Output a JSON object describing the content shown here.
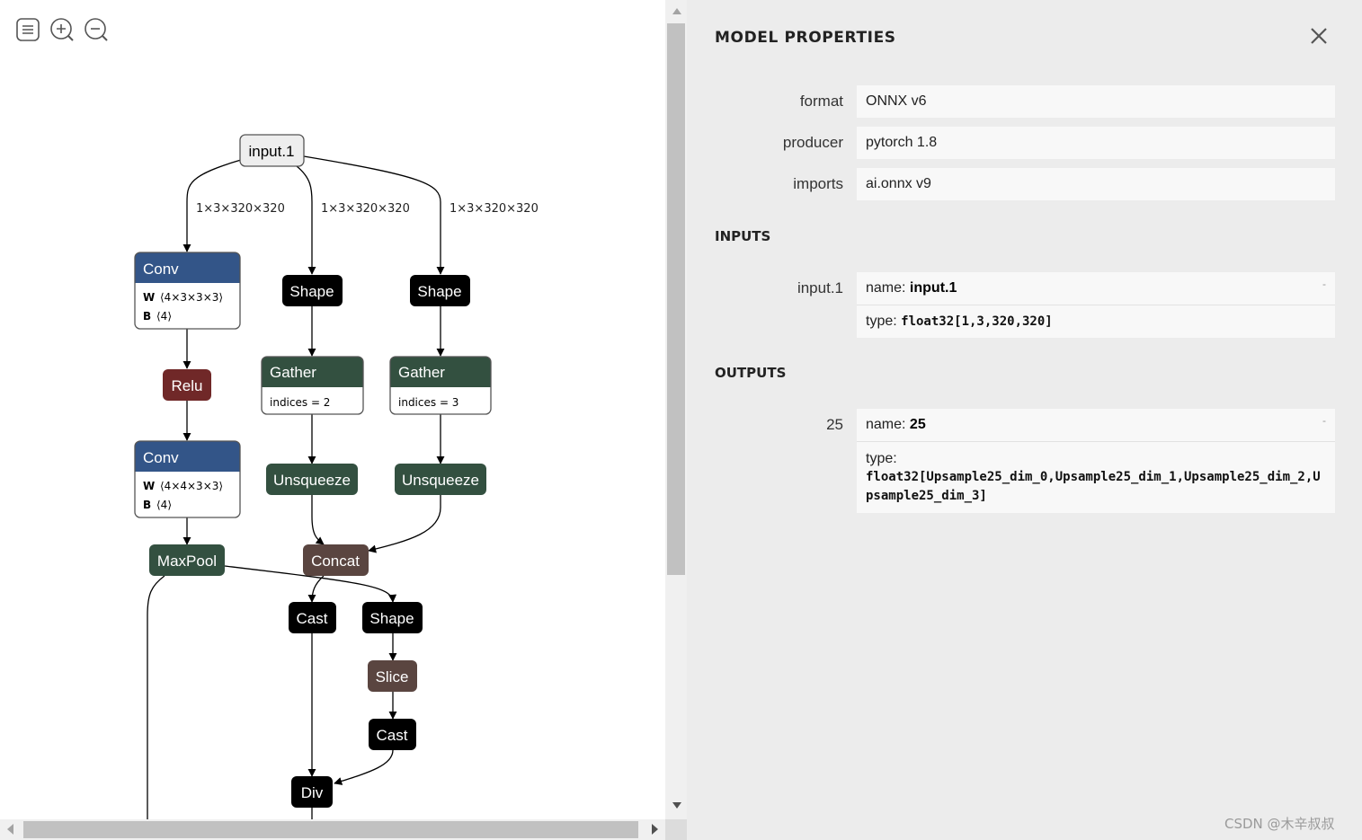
{
  "toolbar": {
    "icons": [
      "sidebar-icon",
      "zoom-in-icon",
      "zoom-out-icon"
    ]
  },
  "graph": {
    "edge_labels": [
      "1×3×320×320",
      "1×3×320×320",
      "1×3×320×320"
    ],
    "nodes": {
      "input": {
        "title": "input.1"
      },
      "conv1": {
        "title": "Conv",
        "w_label": "W",
        "w_value": "⟨4×3×3×3⟩",
        "b_label": "B",
        "b_value": "⟨4⟩"
      },
      "shape1": {
        "title": "Shape"
      },
      "shape2": {
        "title": "Shape"
      },
      "gather1": {
        "title": "Gather",
        "attr": "indices = 2"
      },
      "gather2": {
        "title": "Gather",
        "attr": "indices = 3"
      },
      "relu": {
        "title": "Relu"
      },
      "unsq1": {
        "title": "Unsqueeze"
      },
      "unsq2": {
        "title": "Unsqueeze"
      },
      "conv2": {
        "title": "Conv",
        "w_label": "W",
        "w_value": "⟨4×4×3×3⟩",
        "b_label": "B",
        "b_value": "⟨4⟩"
      },
      "maxpool": {
        "title": "MaxPool"
      },
      "concat": {
        "title": "Concat"
      },
      "cast1": {
        "title": "Cast"
      },
      "shape3": {
        "title": "Shape"
      },
      "slice": {
        "title": "Slice"
      },
      "cast2": {
        "title": "Cast"
      },
      "div": {
        "title": "Div"
      }
    },
    "colors": {
      "conv": "#335588",
      "relu": "#702828",
      "gather": "#335040",
      "concat": "#5a4540",
      "black": "#000000",
      "input_fill": "#eeeeee"
    }
  },
  "panel": {
    "title": "MODEL PROPERTIES",
    "close_icon": "close-icon",
    "properties": [
      {
        "label": "format",
        "value": "ONNX v6"
      },
      {
        "label": "producer",
        "value": "pytorch 1.8"
      },
      {
        "label": "imports",
        "value": "ai.onnx v9"
      }
    ],
    "inputs_title": "INPUTS",
    "input": {
      "label": "input.1",
      "name_key": "name: ",
      "name": "input.1",
      "type_key": "type: ",
      "type": "float32[1,3,320,320]",
      "expand": "-"
    },
    "outputs_title": "OUTPUTS",
    "output": {
      "label": "25",
      "name_key": "name: ",
      "name": "25",
      "type_key": "type:",
      "type": "float32[Upsample25_dim_0,Upsample25_dim_1,Upsample25_dim_2,Upsample25_dim_3]",
      "expand": "-"
    }
  },
  "watermark": "CSDN @木辛叔叔"
}
